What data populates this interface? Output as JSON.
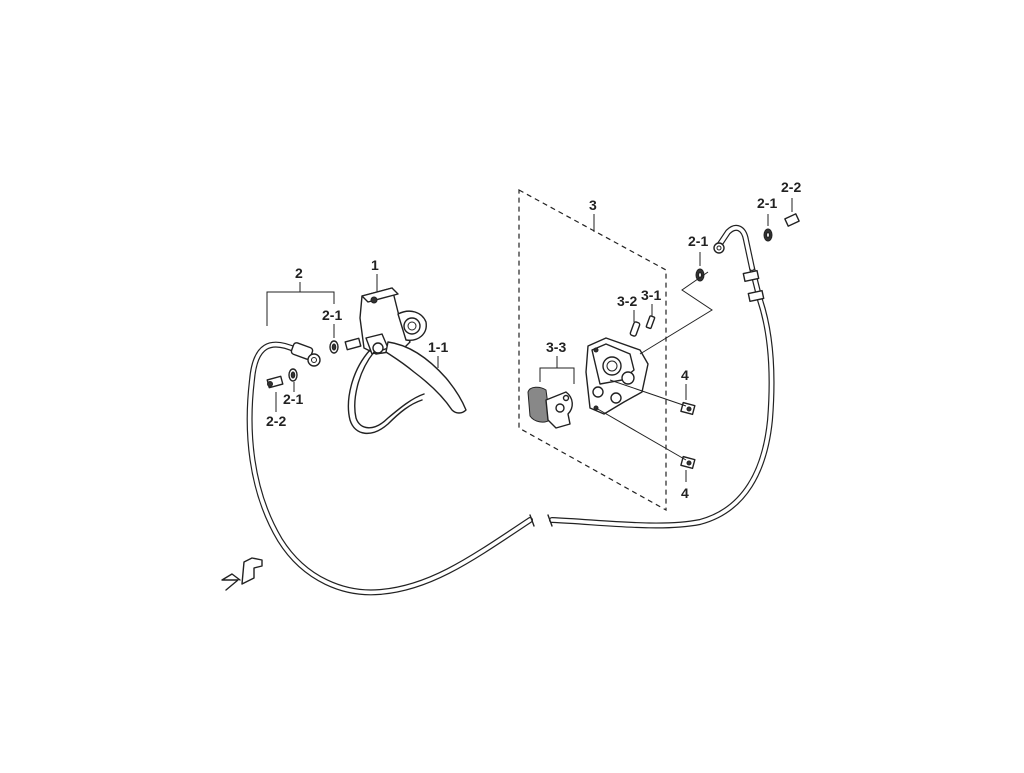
{
  "labels": {
    "master_cylinder": "1",
    "brake_lever": "1-1",
    "hose_assembly": "2",
    "washer_top_left": "2-1",
    "washer_bottom_left": "2-1",
    "bolt_left": "2-2",
    "washer_right_a": "2-1",
    "washer_right_b": "2-1",
    "bolt_right": "2-2",
    "caliper_assembly": "3",
    "bleeder_screw": "3-1",
    "bleeder_cap": "3-2",
    "brake_pads": "3-3",
    "mount_bolt_upper": "4",
    "mount_bolt_lower": "4"
  }
}
